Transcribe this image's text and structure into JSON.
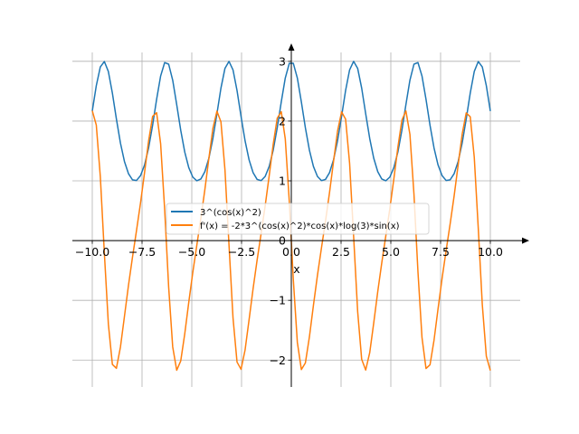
{
  "chart_data": {
    "type": "line",
    "title": "",
    "xlabel": "x",
    "ylabel": "",
    "xlim": [
      -11,
      11.5
    ],
    "ylim": [
      -2.45,
      3.3
    ],
    "grid": true,
    "legend_position": "center",
    "x_domain": [
      -10,
      10
    ],
    "n_samples": 100,
    "xticks": [
      -10,
      -7.5,
      -5,
      -2.5,
      0,
      2.5,
      5,
      7.5,
      10
    ],
    "xtick_labels": [
      "−10.0",
      "−7.5",
      "−5.0",
      "−2.5",
      "0.0",
      "2.5",
      "5.0",
      "7.5",
      "10.0"
    ],
    "yticks": [
      -2,
      -1,
      0,
      1,
      2,
      3
    ],
    "ytick_labels": [
      "−2",
      "−1",
      "0",
      "1",
      "2",
      "3"
    ],
    "series": [
      {
        "name": "3^(cos(x)^2)",
        "expression": "3^(cos(x)^2)",
        "color": "#1f77b4"
      },
      {
        "name": "f'(x) = -2*3^(cos(x)^2)*cos(x)*log(3)*sin(x)",
        "expression": "-2*3^(cos(x)^2)*cos(x)*log(3)*sin(x)",
        "color": "#ff7f0e"
      }
    ]
  }
}
